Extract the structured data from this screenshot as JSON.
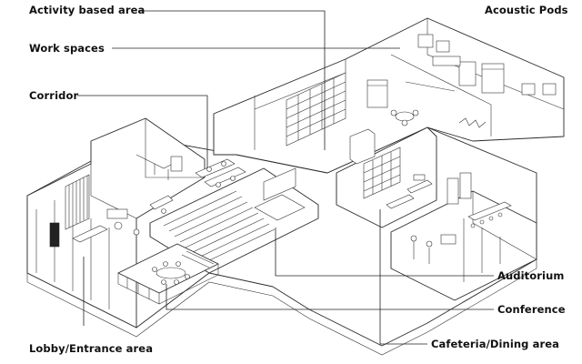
{
  "labels": {
    "activity_based_area": "Activity based area",
    "acoustic_pods": "Acoustic Pods",
    "work_spaces": "Work spaces",
    "corridor": "Corridor",
    "auditorium": "Auditorium",
    "conference": "Conference",
    "cafeteria_dining": "Cafeteria/Dining area",
    "lobby_entrance": "Lobby/Entrance area"
  },
  "colors": {
    "line": "#222222",
    "background": "#ffffff",
    "text": "#111111"
  }
}
